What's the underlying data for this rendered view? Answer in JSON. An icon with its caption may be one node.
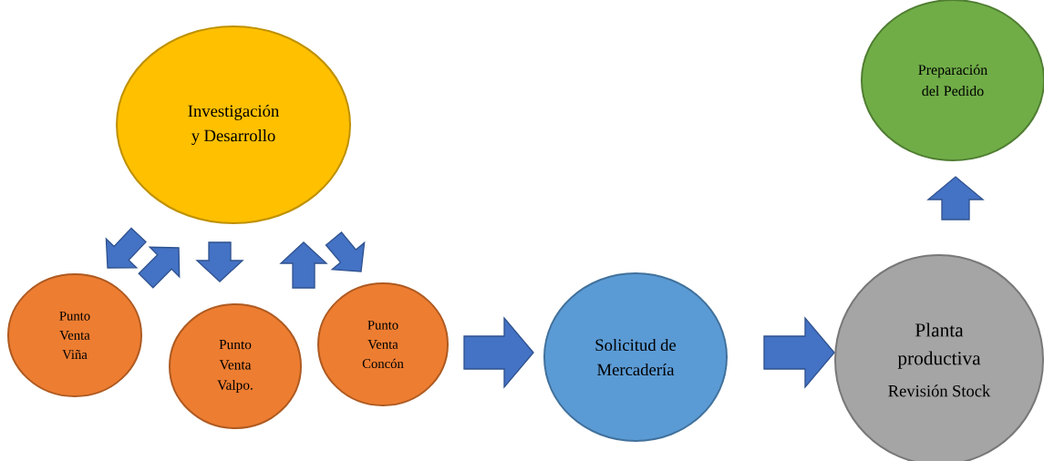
{
  "diagram": {
    "nodes": [
      {
        "text": [
          "Investigación y Desarrollo"
        ]
      },
      {
        "text": [
          "Punto Venta Viña"
        ]
      },
      {
        "text": [
          "Punto Venta Valpo."
        ]
      },
      {
        "text": [
          "Punto Venta Concón"
        ]
      },
      {
        "text": [
          "Solicitud de Mercadería"
        ]
      },
      {
        "text": [
          "Planta productiva",
          "Revisión Stock"
        ]
      },
      {
        "text": [
          "Preparación del Pedido"
        ]
      }
    ],
    "edges": [
      {
        "from": 0,
        "to": 1,
        "arrow": "to"
      },
      {
        "from": 1,
        "to": 0,
        "arrow": "to"
      },
      {
        "from": 0,
        "to": 2,
        "arrow": "to"
      },
      {
        "from": 3,
        "to": 0,
        "arrow": "to"
      },
      {
        "from": 0,
        "to": 3,
        "arrow": "to"
      },
      {
        "from": 3,
        "to": 4,
        "arrow": "to"
      },
      {
        "from": 4,
        "to": 5,
        "arrow": "to"
      },
      {
        "from": 5,
        "to": 6,
        "arrow": "to"
      }
    ]
  }
}
